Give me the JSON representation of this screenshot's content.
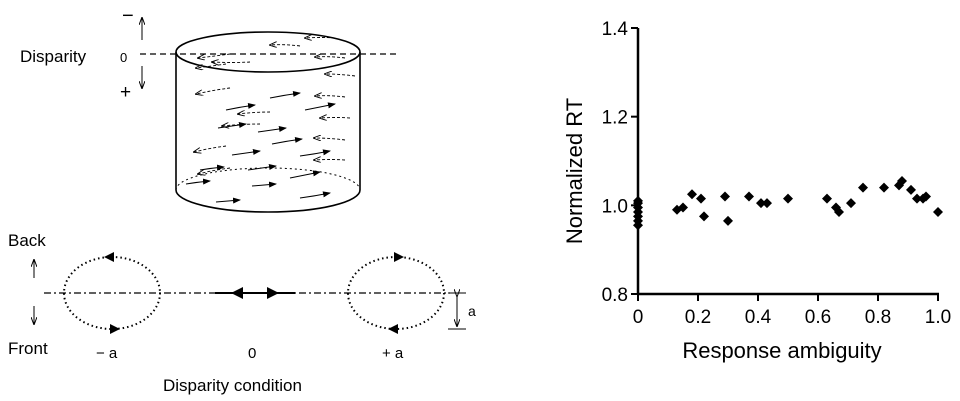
{
  "left_panel": {
    "disparity_label": "Disparity",
    "minus_sign": "−",
    "zero_label": "0",
    "plus_sign": "+",
    "back_label": "Back",
    "front_label": "Front",
    "cond_minus_a": "− a",
    "cond_zero": "0",
    "cond_plus_a": "+ a",
    "a_marker": "a",
    "xlabel": "Disparity condition"
  },
  "chart_data": {
    "type": "scatter",
    "title": "",
    "xlabel": "Response ambiguity",
    "ylabel": "Normalized RT",
    "xlim": [
      0,
      1.0
    ],
    "ylim": [
      0.8,
      1.4
    ],
    "xticks": [
      "0",
      "0.2",
      "0.4",
      "0.6",
      "0.8",
      "1.0"
    ],
    "yticks": [
      "0.8",
      "1.0",
      "1.2",
      "1.4"
    ],
    "marker": "diamond",
    "grid": false,
    "points": [
      {
        "x": 0.0,
        "y": 0.955
      },
      {
        "x": 0.0,
        "y": 0.965
      },
      {
        "x": 0.0,
        "y": 0.975
      },
      {
        "x": 0.0,
        "y": 0.985
      },
      {
        "x": 0.0,
        "y": 0.995
      },
      {
        "x": 0.0,
        "y": 1.005
      },
      {
        "x": 0.0,
        "y": 1.01
      },
      {
        "x": 0.13,
        "y": 0.99
      },
      {
        "x": 0.15,
        "y": 0.995
      },
      {
        "x": 0.18,
        "y": 1.025
      },
      {
        "x": 0.21,
        "y": 1.015
      },
      {
        "x": 0.22,
        "y": 0.975
      },
      {
        "x": 0.29,
        "y": 1.02
      },
      {
        "x": 0.3,
        "y": 0.965
      },
      {
        "x": 0.37,
        "y": 1.02
      },
      {
        "x": 0.41,
        "y": 1.005
      },
      {
        "x": 0.43,
        "y": 1.005
      },
      {
        "x": 0.5,
        "y": 1.015
      },
      {
        "x": 0.63,
        "y": 1.015
      },
      {
        "x": 0.66,
        "y": 0.995
      },
      {
        "x": 0.67,
        "y": 0.985
      },
      {
        "x": 0.71,
        "y": 1.005
      },
      {
        "x": 0.75,
        "y": 1.04
      },
      {
        "x": 0.82,
        "y": 1.04
      },
      {
        "x": 0.87,
        "y": 1.045
      },
      {
        "x": 0.88,
        "y": 1.055
      },
      {
        "x": 0.91,
        "y": 1.035
      },
      {
        "x": 0.93,
        "y": 1.015
      },
      {
        "x": 0.95,
        "y": 1.015
      },
      {
        "x": 0.96,
        "y": 1.02
      },
      {
        "x": 1.0,
        "y": 0.985
      }
    ]
  }
}
